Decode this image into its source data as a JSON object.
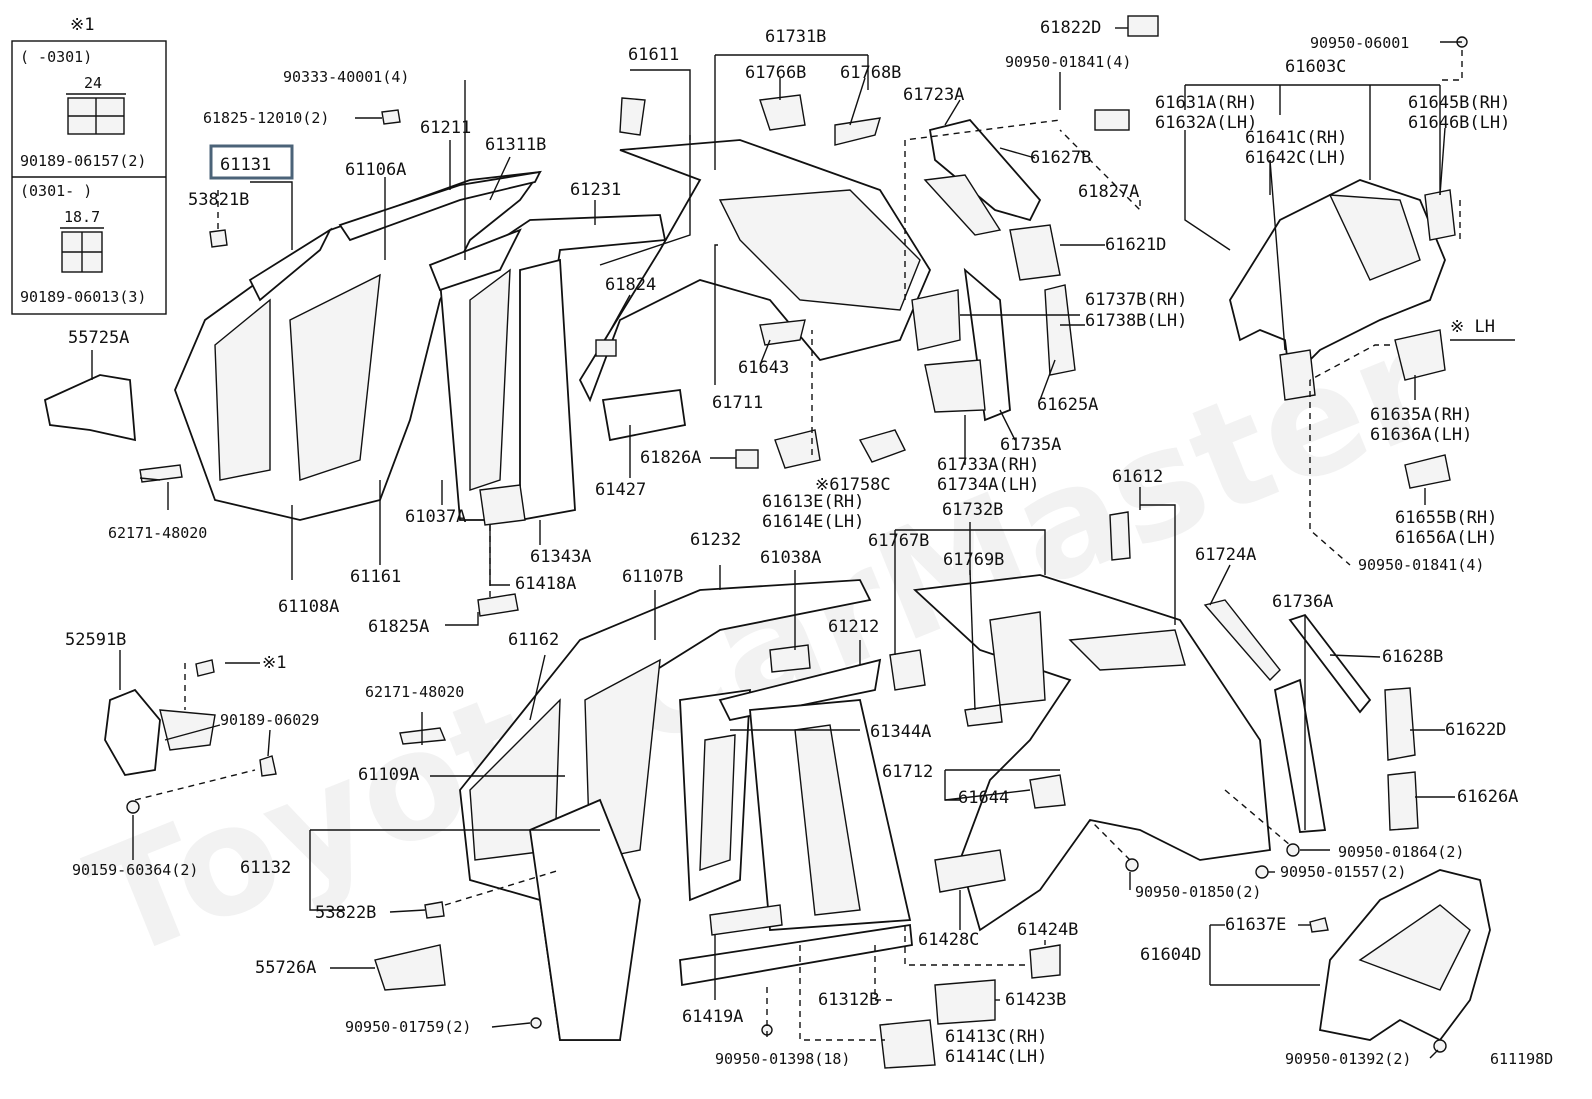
{
  "watermark": "ToyotaCarMaster",
  "legend_box": {
    "title": "※1",
    "row1_range": "(    -0301)",
    "row1_dim": "24",
    "row1_part": "90189-06157(2)",
    "row2_range": "(0301-     )",
    "row2_dim": "18.7",
    "row2_part": "90189-06013(3)"
  },
  "highlighted_part": "61131",
  "diagram_id": "611198D",
  "labels": {
    "p90333": "90333-40001(4)",
    "p61825_12010": "61825-12010(2)",
    "p53821B": "53821B",
    "p61106A": "61106A",
    "p61211": "61211",
    "p61311B": "61311B",
    "p61231": "61231",
    "p61611": "61611",
    "p61731B": "61731B",
    "p61766B": "61766B",
    "p61768B": "61768B",
    "p61822D": "61822D",
    "p90950_01841a": "90950-01841(4)",
    "p90950_06001": "90950-06001",
    "p61603C": "61603C",
    "p61631A": "61631A(RH)",
    "p61632A": "61632A(LH)",
    "p61645B": "61645B(RH)",
    "p61646B": "61646B(LH)",
    "p61641C": "61641C(RH)",
    "p61642C": "61642C(LH)",
    "p61723A": "61723A",
    "p61627B": "61627B",
    "p61827A": "61827A",
    "p61621D": "61621D",
    "p61737B": "61737B(RH)",
    "p61738B": "61738B(LH)",
    "lh_note": "※ LH",
    "p61635A": "61635A(RH)",
    "p61636A": "61636A(LH)",
    "p61655B": "61655B(RH)",
    "p61656A": "61656A(LH)",
    "p90950_01841b": "90950-01841(4)",
    "p55725A": "55725A",
    "p62171a": "62171-48020",
    "p61108A": "61108A",
    "p61161": "61161",
    "p61037A": "61037A",
    "p61343A": "61343A",
    "p61418A": "61418A",
    "p61825A": "61825A",
    "p61824": "61824",
    "p61427": "61427",
    "p61826A": "61826A",
    "p61643": "61643",
    "p61711": "61711",
    "p61613E": "61613E(RH)",
    "p61614E": "61614E(LH)",
    "p61758C": "※61758C",
    "p61733A": "61733A(RH)",
    "p61734A": "61734A(LH)",
    "p61735A": "61735A",
    "p61625A": "61625A",
    "p61612": "61612",
    "p61732B": "61732B",
    "p61767B": "61767B",
    "p61769B": "61769B",
    "p61724A": "61724A",
    "p61736A": "61736A",
    "p61628B": "61628B",
    "p61622D": "61622D",
    "p61626A": "61626A",
    "p90950_01864": "90950-01864(2)",
    "p90950_01557": "90950-01557(2)",
    "p90950_01850": "90950-01850(2)",
    "p61637E": "61637E",
    "p61604D": "61604D",
    "p90950_01392": "90950-01392(2)",
    "p52591B": "52591B",
    "note1": "※1",
    "p90189_06029": "90189-06029",
    "p90159": "90159-60364(2)",
    "p62171b": "62171-48020",
    "p61109A": "61109A",
    "p61132": "61132",
    "p53822B": "53822B",
    "p55726A": "55726A",
    "p90950_01759": "90950-01759(2)",
    "p61162": "61162",
    "p61107B": "61107B",
    "p61232": "61232",
    "p61038A": "61038A",
    "p61212": "61212",
    "p61344A": "61344A",
    "p61712": "61712",
    "p61644": "61644",
    "p61428C": "61428C",
    "p61424B": "61424B",
    "p61423B": "61423B",
    "p61312B": "61312B",
    "p61419A": "61419A",
    "p61413C": "61413C(RH)",
    "p61414C": "61414C(LH)",
    "p90950_01398": "90950-01398(18)"
  }
}
